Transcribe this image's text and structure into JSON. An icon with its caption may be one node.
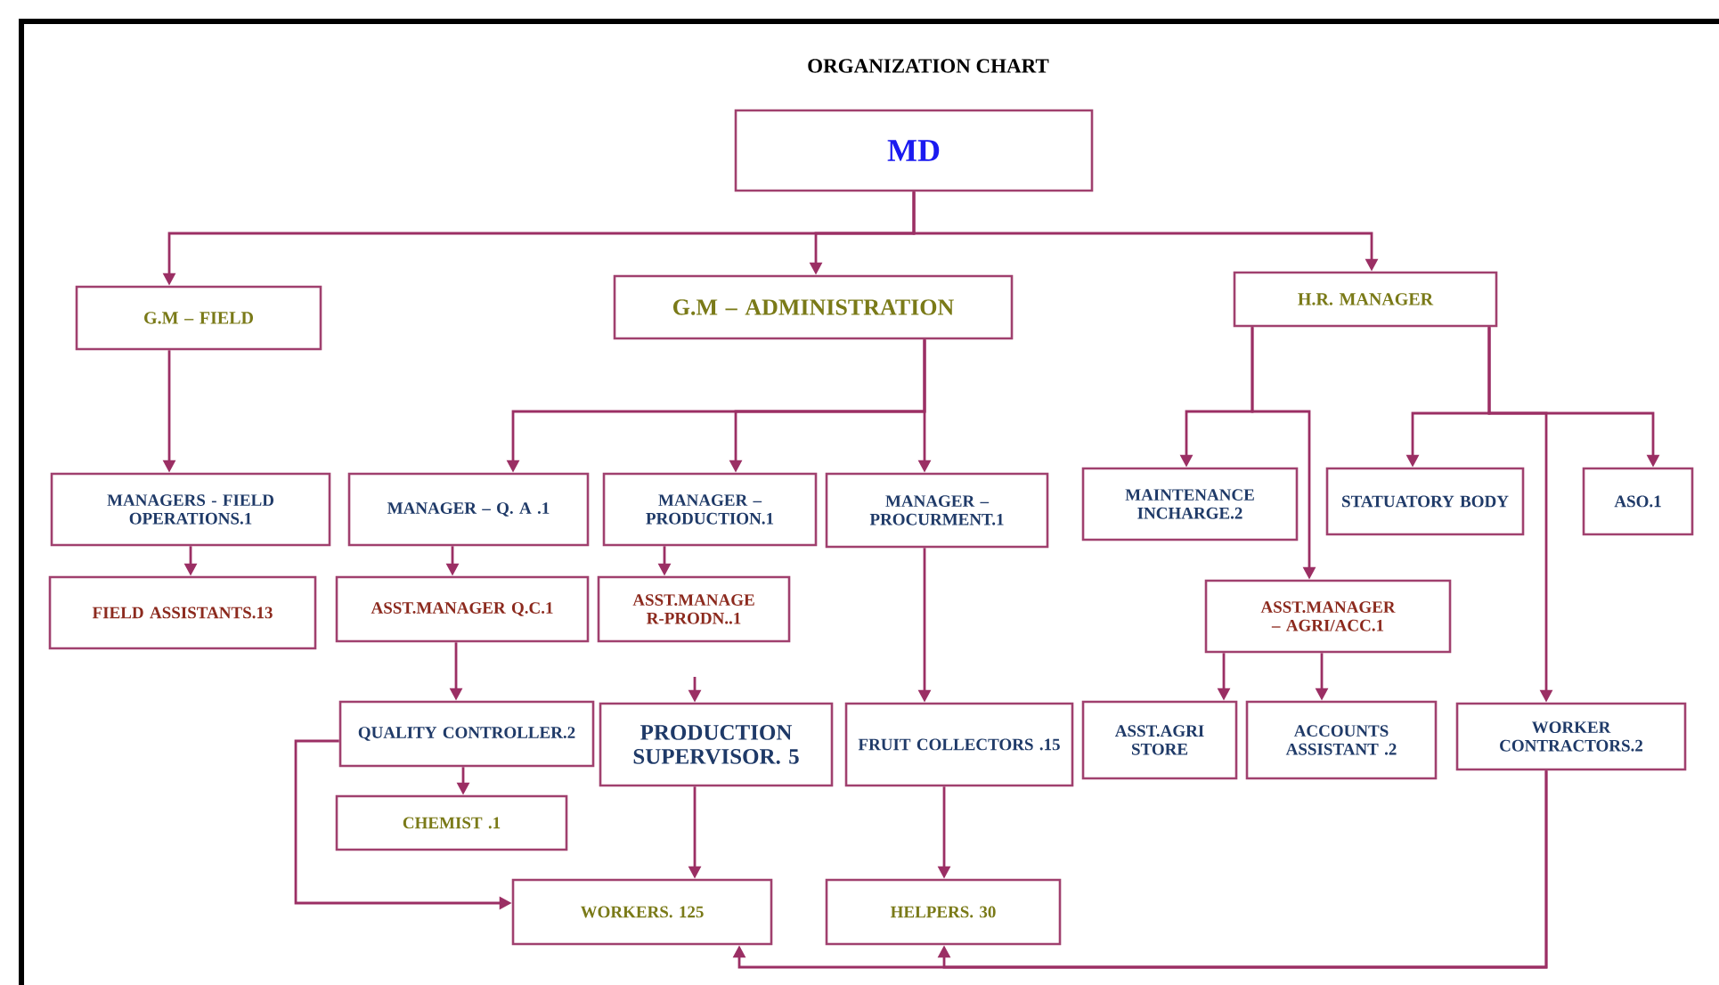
{
  "diagram": {
    "title": "ORGANIZATION CHART",
    "nodes": [
      {
        "text": [
          "MD"
        ]
      },
      {
        "text": [
          "G.M – FIELD"
        ]
      },
      {
        "text": [
          "G.M – ADMINISTRATION"
        ]
      },
      {
        "text": [
          "H.R. MANAGER"
        ]
      },
      {
        "text": [
          "MANAGERS - FIELD OPERATIONS.1"
        ]
      },
      {
        "text": [
          "MANAGER – Q. A .1"
        ]
      },
      {
        "text": [
          "MANAGER – PRODUCTION.1"
        ]
      },
      {
        "text": [
          "MANAGER – PROCURMENT.1"
        ]
      },
      {
        "text": [
          "MAINTENANCE INCHARGE.2"
        ]
      },
      {
        "text": [
          "STATUATORY BODY"
        ]
      },
      {
        "text": [
          "ASO.1"
        ]
      },
      {
        "text": [
          "FIELD ASSISTANTS.13"
        ]
      },
      {
        "text": [
          "ASST.MANAGER Q.C.1"
        ]
      },
      {
        "text": [
          "ASST.MANAGE R-PRODN..1"
        ]
      },
      {
        "text": [
          "ASST.MANAGER – AGRI/ACC.1"
        ]
      },
      {
        "text": [
          "QUALITY CONTROLLER.2"
        ]
      },
      {
        "text": [
          "PRODUCTION SUPERVISOR. 5"
        ]
      },
      {
        "text": [
          "FRUIT COLLECTORS .15"
        ]
      },
      {
        "text": [
          "ASST.AGRI STORE"
        ]
      },
      {
        "text": [
          "ACCOUNTS ASSISTANT .2"
        ]
      },
      {
        "text": [
          "WORKER CONTRACTORS.2"
        ]
      },
      {
        "text": [
          "CHEMIST .1"
        ]
      },
      {
        "text": [
          "WORKERS. 125"
        ]
      },
      {
        "text": [
          "HELPERS. 30"
        ]
      }
    ],
    "edges": [
      {
        "from": 0,
        "to": 1,
        "arrow": "to"
      },
      {
        "from": 0,
        "to": 2,
        "arrow": "to"
      },
      {
        "from": 0,
        "to": 3,
        "arrow": "to"
      },
      {
        "from": 1,
        "to": 4,
        "arrow": "to"
      },
      {
        "from": 2,
        "to": 5,
        "arrow": "to"
      },
      {
        "from": 2,
        "to": 6,
        "arrow": "to"
      },
      {
        "from": 2,
        "to": 7,
        "arrow": "to"
      },
      {
        "from": 3,
        "to": 8,
        "arrow": "to"
      },
      {
        "from": 3,
        "to": 14,
        "arrow": "to"
      },
      {
        "from": 3,
        "to": 9,
        "arrow": "to"
      },
      {
        "from": 3,
        "to": 10,
        "arrow": "to"
      },
      {
        "from": 3,
        "to": 20,
        "arrow": "to"
      },
      {
        "from": 4,
        "to": 11,
        "arrow": "to"
      },
      {
        "from": 5,
        "to": 12,
        "arrow": "to"
      },
      {
        "from": 6,
        "to": 13,
        "arrow": "to"
      },
      {
        "from": null,
        "to": 16,
        "arrow": "to"
      },
      {
        "from": 12,
        "to": 15,
        "arrow": "to"
      },
      {
        "from": 7,
        "to": 17,
        "arrow": "to"
      },
      {
        "from": 14,
        "to": 18,
        "arrow": "to"
      },
      {
        "from": 14,
        "to": 19,
        "arrow": "to"
      },
      {
        "from": 15,
        "to": 21,
        "arrow": "to"
      },
      {
        "from": 15,
        "to": 22,
        "arrow": "to"
      },
      {
        "from": 16,
        "to": 22,
        "arrow": "to"
      },
      {
        "from": 17,
        "to": 23,
        "arrow": "to"
      },
      {
        "from": 20,
        "to": 23,
        "arrow": "to"
      },
      {
        "from": 20,
        "to": 22,
        "arrow": "to"
      }
    ]
  }
}
